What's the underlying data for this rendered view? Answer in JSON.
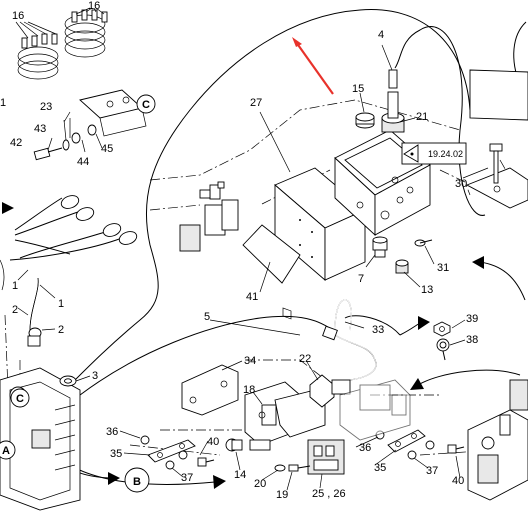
{
  "callouts": {
    "c16a": "16",
    "c16b": "16",
    "c1a": "1",
    "c23": "23",
    "cC1": "C",
    "c43": "43",
    "c42": "42",
    "c44": "44",
    "c45": "45",
    "c4": "4",
    "c15": "15",
    "c21": "21",
    "c27": "27",
    "c30": "30",
    "c7": "7",
    "c31": "31",
    "c13": "13",
    "c41": "41",
    "c1b": "1",
    "c1c": "1",
    "c2a": "2",
    "c2b": "2",
    "c5": "5",
    "c33": "33",
    "c39": "39",
    "c38": "38",
    "c34": "34",
    "c22": "22",
    "c3": "3",
    "cC2": "C",
    "c18": "18",
    "c36a": "36",
    "c40a": "40",
    "c35a": "35",
    "c37a": "37",
    "cA": "A",
    "cB": "B",
    "c14": "14",
    "c20": "20",
    "c19": "19",
    "c2526": "25 , 26",
    "c36b": "36",
    "c35b": "35",
    "c37b": "37",
    "c40b": "40"
  },
  "reference_box": {
    "text": "19.24.02"
  },
  "colors": {
    "highlight_arrow": "#e8322b",
    "line": "#000000"
  }
}
